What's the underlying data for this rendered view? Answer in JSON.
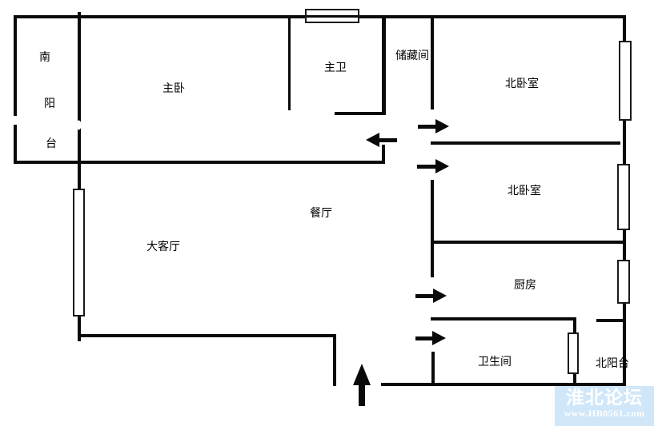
{
  "rooms": {
    "south_balcony": {
      "label": "南阳台",
      "chars": [
        "南",
        "阳",
        "台"
      ]
    },
    "master_bedroom": {
      "label": "主卧"
    },
    "master_bath": {
      "label": "主卫"
    },
    "storage": {
      "label": "储藏间"
    },
    "north_bedroom_1": {
      "label": "北卧室"
    },
    "north_bedroom_2": {
      "label": "北卧室"
    },
    "dining": {
      "label": "餐厅"
    },
    "living": {
      "label": "大客厅"
    },
    "kitchen": {
      "label": "厨房"
    },
    "bathroom": {
      "label": "卫生间"
    },
    "north_balcony": {
      "label": "北阳台"
    }
  },
  "watermark": {
    "title": "淮北论坛",
    "url": "www.HB0561.com"
  },
  "colors": {
    "wall": "#0a0a0a",
    "background": "#ffffff",
    "watermark_bg": "#cfe7f9",
    "watermark_text": "#ffffff"
  }
}
